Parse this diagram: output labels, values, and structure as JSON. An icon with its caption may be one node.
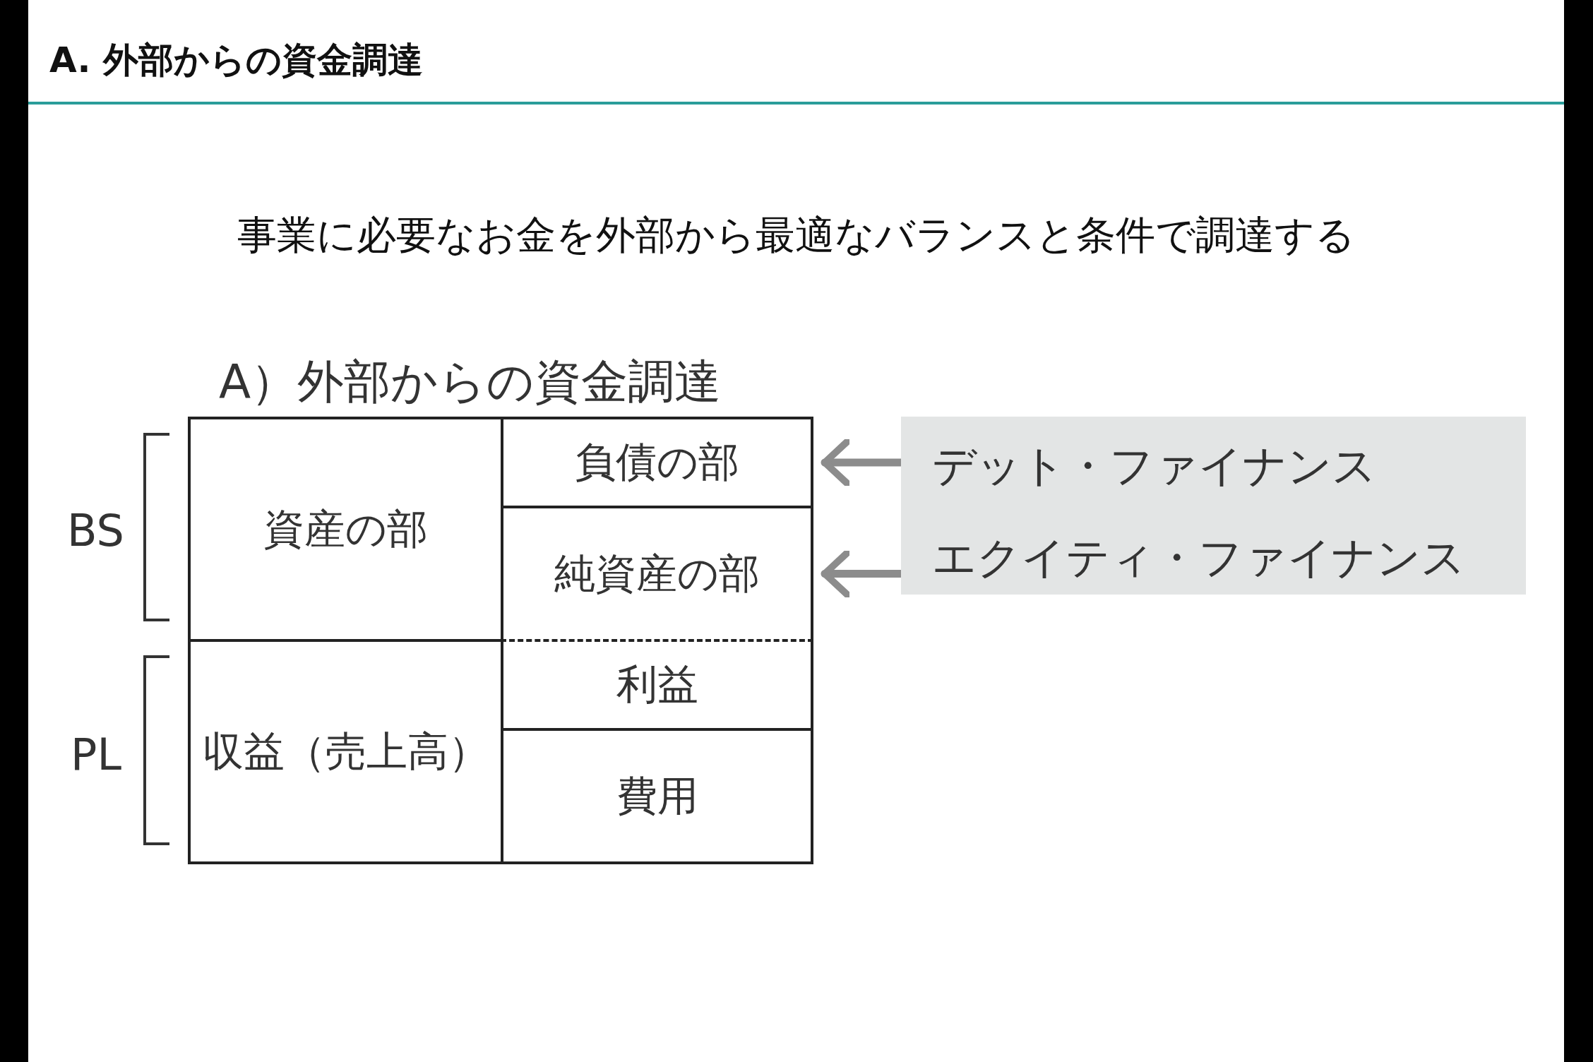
{
  "diagram": {
    "title": "A. 外部からの資金調達",
    "nodes": [
      {
        "text": [
          "A）外部からの資金調達"
        ]
      },
      {
        "text": [
          "資産の部"
        ],
        "in": 0
      },
      {
        "text": [
          "負債の部"
        ],
        "in": 0
      },
      {
        "text": [
          "純資産の部"
        ],
        "in": 0
      },
      {
        "text": [
          "収益（売上高）"
        ],
        "in": 0
      },
      {
        "text": [
          "利益"
        ],
        "in": 0
      },
      {
        "text": [
          "費用"
        ],
        "in": 0
      },
      {
        "text": [],
        "shape": "box"
      },
      {
        "text": [
          "デット・ファイナンス"
        ],
        "in": 7
      },
      {
        "text": [
          "エクイティ・ファイナンス"
        ],
        "in": 7
      }
    ],
    "edges": [
      {
        "from": 8,
        "to": 2,
        "arrow": "to"
      },
      {
        "from": 9,
        "to": 3,
        "arrow": "to"
      }
    ],
    "labels": [
      "事業に必要なお金を外部から最適なバランスと条件で調達する",
      "BS",
      "PL"
    ]
  }
}
